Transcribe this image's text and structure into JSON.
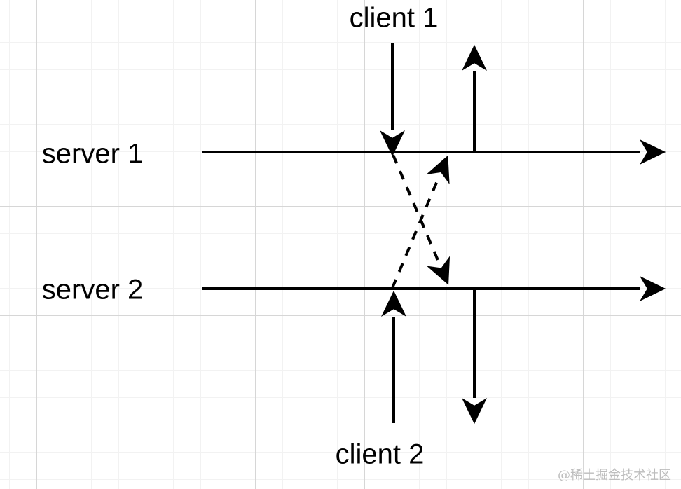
{
  "diagram": {
    "labels": {
      "client1": "client 1",
      "server1": "server 1",
      "server2": "server 2",
      "client2": "client 2"
    },
    "watermark": "@稀土掘金技术社区",
    "colors": {
      "line": "#000000",
      "text": "#000000",
      "grid_minor": "#f2f2f2",
      "grid_major": "#d6d6d6",
      "watermark": "#bdbdbd",
      "background": "#ffffff"
    },
    "edges": [
      {
        "name": "client1-to-server1",
        "style": "solid",
        "direction": "down"
      },
      {
        "name": "server1-to-client1",
        "style": "solid",
        "direction": "up"
      },
      {
        "name": "server1-timeline",
        "style": "solid",
        "direction": "right"
      },
      {
        "name": "server2-timeline",
        "style": "solid",
        "direction": "right"
      },
      {
        "name": "server1-to-server2",
        "style": "dashed",
        "direction": "down-right"
      },
      {
        "name": "server2-to-server1",
        "style": "dashed",
        "direction": "up-right"
      },
      {
        "name": "client2-to-server2",
        "style": "solid",
        "direction": "up"
      },
      {
        "name": "server2-to-client2",
        "style": "solid",
        "direction": "down"
      }
    ]
  }
}
